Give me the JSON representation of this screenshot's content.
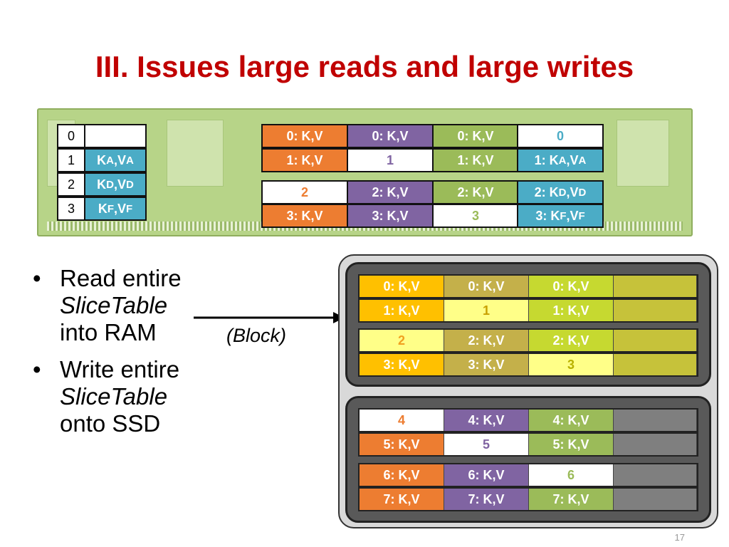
{
  "title": "III. Issues large reads and large writes",
  "index_table": [
    {
      "idx": "0",
      "kv": "",
      "sub_a": "",
      "sub_b": ""
    },
    {
      "idx": "1",
      "kv": "K",
      "sub_a": "A",
      "mid": ",V",
      "sub_b": "A"
    },
    {
      "idx": "2",
      "kv": "K",
      "sub_a": "D",
      "mid": ",V",
      "sub_b": "D"
    },
    {
      "idx": "3",
      "kv": "K",
      "sub_a": "F",
      "mid": ",V",
      "sub_b": "F"
    }
  ],
  "ram_slots": [
    [
      "0: K,V",
      "0: K,V",
      "0: K,V",
      "0"
    ],
    [
      "1: K,V",
      "1",
      "1: K,V",
      "1: K_A,V_A"
    ],
    [
      "2",
      "2: K,V",
      "2: K,V",
      "2: K_D,V_D"
    ],
    [
      "3: K,V",
      "3: K,V",
      "3",
      "3: K_F,V_F"
    ]
  ],
  "bullets": [
    {
      "line1": "Read entire",
      "italic": "SliceTable",
      "line3": "into RAM"
    },
    {
      "line1": "Write entire",
      "italic": "SliceTable",
      "line3": "onto SSD"
    }
  ],
  "block_label": "(Block)",
  "ssd_top": [
    [
      "0: K,V",
      "0: K,V",
      "0: K,V",
      ""
    ],
    [
      "1: K,V",
      "1",
      "1: K,V",
      ""
    ],
    [
      "2",
      "2: K,V",
      "2: K,V",
      ""
    ],
    [
      "3: K,V",
      "3: K,V",
      "3",
      ""
    ]
  ],
  "ssd_bottom": [
    [
      "4",
      "4: K,V",
      "4: K,V",
      ""
    ],
    [
      "5: K,V",
      "5",
      "5: K,V",
      ""
    ],
    [
      "6: K,V",
      "6: K,V",
      "6",
      ""
    ],
    [
      "7: K,V",
      "7: K,V",
      "7: K,V",
      ""
    ]
  ],
  "page_number": "17",
  "colors": {
    "title": "#c00000",
    "orange": "#ed7d31",
    "purple": "#8064a2",
    "green": "#9bbb59",
    "blue": "#4bacc6",
    "ssd_orange": "#ffc000",
    "ssd_olive": "#c4b04a",
    "ssd_lime": "#c6d930",
    "ssd_pale": "#ffff88",
    "ssd_empty": "#c6c23a",
    "ssd_dark": "#7f7f7f"
  }
}
